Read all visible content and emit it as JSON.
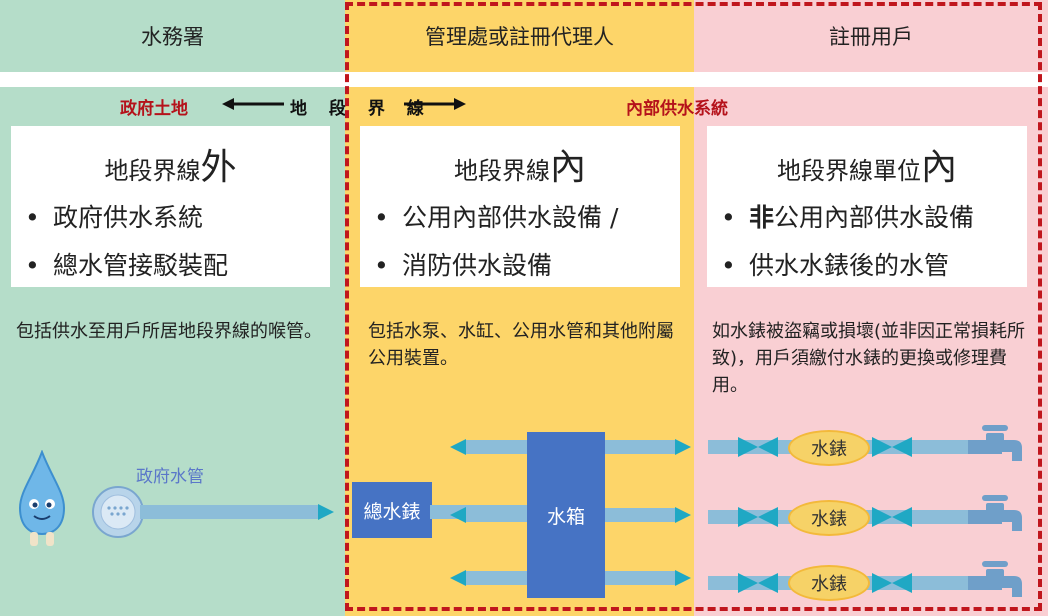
{
  "columns": {
    "gov": {
      "header": "水務署"
    },
    "mgmt": {
      "header": "管理處或註冊代理人"
    },
    "user": {
      "header": "註冊用戶"
    }
  },
  "boundary": {
    "left_label": "政府土地",
    "center_label": "地 段 界 線",
    "right_label": "內部供水系統"
  },
  "boxes": {
    "gov": {
      "title_prefix": "地段界線",
      "title_big": "外",
      "items": [
        "政府供水系統",
        "總水管接駁裝配"
      ]
    },
    "mgmt": {
      "title_prefix": "地段界線",
      "title_big": "內",
      "items": [
        "公用內部供水設備 /",
        "消防供水設備"
      ]
    },
    "user": {
      "title_prefix": "地段界線單位",
      "title_big": "內",
      "items_bold_prefix": "非",
      "item1_rest": "公用內部供水設備",
      "item2": "供水水錶後的水管"
    }
  },
  "bullet_symbol": "•",
  "descriptions": {
    "gov": "包括供水至用戶所居地段界線的喉管。",
    "mgmt": "包括水泵、水缸、公用水管和其他附屬公用裝置。",
    "user": "如水錶被盜竊或損壞(並非因正常損耗所致)，用戶須繳付水錶的更換或修理費用。"
  },
  "diagram": {
    "gov_pipe_label": "政府水管",
    "master_meter": "總水錶",
    "tank": "水箱",
    "meter": "水錶"
  },
  "colors": {
    "gov": "#b5ddc9",
    "mgmt": "#fdd569",
    "user": "#f9cfd3",
    "dashed_border": "#c0161d",
    "red_text": "#b5121b",
    "blue_box": "#4673c4",
    "pipe": "#8cbdd9",
    "arrow": "#1fa8c4"
  }
}
